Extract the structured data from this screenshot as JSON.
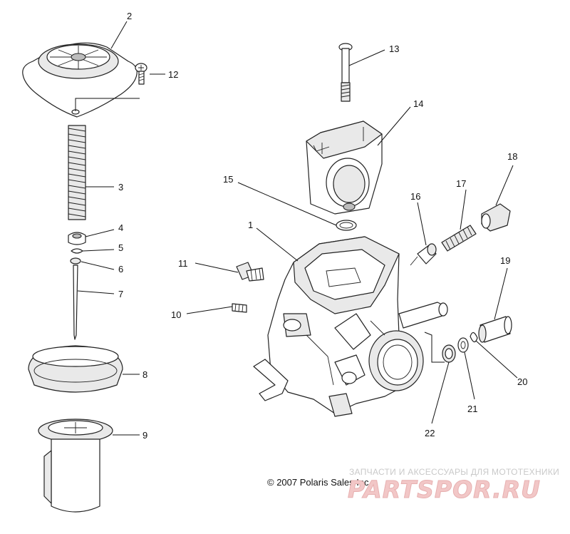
{
  "callouts": [
    {
      "id": "1",
      "label": "1"
    },
    {
      "id": "2",
      "label": "2"
    },
    {
      "id": "3",
      "label": "3"
    },
    {
      "id": "4",
      "label": "4"
    },
    {
      "id": "5",
      "label": "5"
    },
    {
      "id": "6",
      "label": "6"
    },
    {
      "id": "7",
      "label": "7"
    },
    {
      "id": "8",
      "label": "8"
    },
    {
      "id": "9",
      "label": "9"
    },
    {
      "id": "10",
      "label": "10"
    },
    {
      "id": "11",
      "label": "11"
    },
    {
      "id": "12",
      "label": "12"
    },
    {
      "id": "13",
      "label": "13"
    },
    {
      "id": "14",
      "label": "14"
    },
    {
      "id": "15",
      "label": "15"
    },
    {
      "id": "16",
      "label": "16"
    },
    {
      "id": "17",
      "label": "17"
    },
    {
      "id": "18",
      "label": "18"
    },
    {
      "id": "19",
      "label": "19"
    },
    {
      "id": "20",
      "label": "20"
    },
    {
      "id": "21",
      "label": "21"
    },
    {
      "id": "22",
      "label": "22"
    }
  ],
  "copyright": "© 2007 Polaris Sales Inc.",
  "watermark": {
    "tagline": "ЗАПЧАСТИ И АКСЕССУАРЫ ДЛЯ МОТОТЕХНИКИ",
    "logo": "PARTSPOR.RU"
  },
  "colors": {
    "line": "#222222",
    "watermark_text": "#c9c9c9",
    "watermark_logo": "#f2c7c7"
  }
}
